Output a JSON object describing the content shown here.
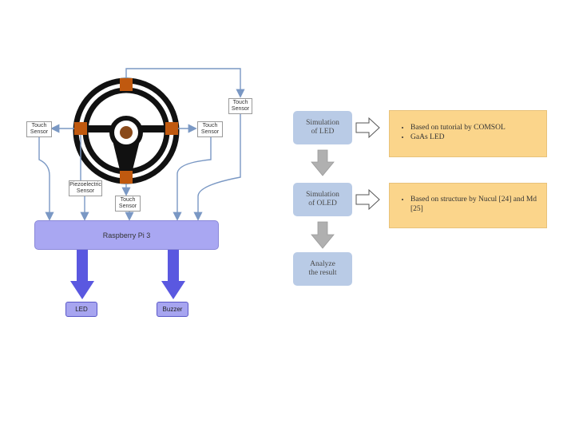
{
  "left_diagram": {
    "sensors": {
      "top_right": "Touch Sensor",
      "left": "Touch Sensor",
      "right": "Touch Sensor",
      "piezo": "Piezoelectric Sensor",
      "bottom": "Touch Sensor"
    },
    "controller": "Raspberry Pi 3",
    "outputs": {
      "led": "LED",
      "buzzer": "Buzzer"
    }
  },
  "right_flow": {
    "steps": [
      "Simulation of LED",
      "Simulation of OLED",
      "Analyze the result"
    ],
    "notes": [
      [
        "Based on tutorial by COMSOL",
        "GaAs LED"
      ],
      [
        "Based on structure by Nucul [24] and Md [25]"
      ]
    ]
  },
  "colors": {
    "wheel": "#111111",
    "sensor_pad": "#c0590f",
    "hub": "#8a4a1a",
    "controller": "#a9a7f2",
    "output_arrow": "#5a58e0",
    "connector": "#7a98c4",
    "step_box": "#b9cbe6",
    "note_box": "#fbd58b"
  }
}
